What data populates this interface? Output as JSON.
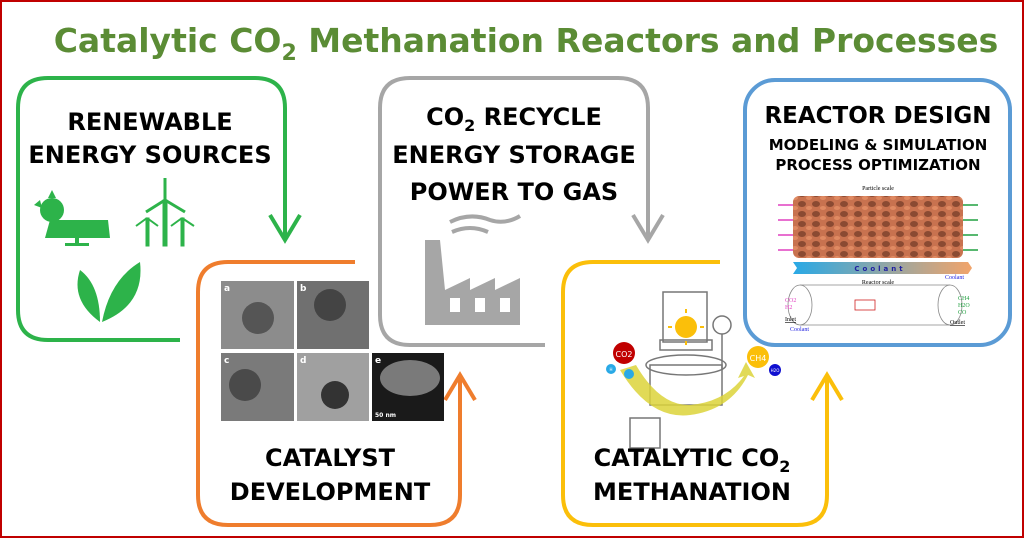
{
  "title": {
    "prefix": "Catalytic CO",
    "sub": "2",
    "suffix": " Methanation Reactors and Processes"
  },
  "colors": {
    "title": "#5b8c35",
    "renewable": "#2db34a",
    "catalyst": "#ef7d2d",
    "recycle": "#a6a6a6",
    "methanation": "#fbbf0a",
    "reactor": "#5b9bd5",
    "frame": "#c00000"
  },
  "renewable": {
    "line1": "RENEWABLE",
    "line2": "ENERGY SOURCES",
    "icons": [
      "solar-panel-icon",
      "wind-turbine-icon",
      "leaf-icon"
    ]
  },
  "catalyst": {
    "line1": "CATALYST",
    "line2": "DEVELOPMENT",
    "panels": [
      "a",
      "b",
      "c",
      "d",
      "e"
    ],
    "scale": "50 nm"
  },
  "recycle": {
    "line1_prefix": "CO",
    "line1_sub": "2",
    "line1_suffix": " RECYCLE",
    "line2": "ENERGY STORAGE",
    "line3": "POWER TO GAS",
    "icon": "factory-icon"
  },
  "methanation": {
    "line1_prefix": "CATALYTIC CO",
    "line1_sub": "2",
    "line2": "METHANATION",
    "molecules": {
      "co2": "CO2",
      "ch4": "CH4",
      "h2o": "H2O",
      "h": "H"
    }
  },
  "reactor": {
    "line1": "REACTOR DESIGN",
    "line2": "MODELING & SIMULATION",
    "line3": "PROCESS OPTIMIZATION",
    "particle_scale": "Particle scale",
    "coolant_bar": "Coolant",
    "reactor_scale": "Reactor scale",
    "coolant": "Coolant",
    "inlet": "Inlet",
    "outlet": "Outlet",
    "inlet_species": [
      "CO2",
      "H2"
    ],
    "outlet_species": [
      "CH4",
      "H2O",
      "CO"
    ]
  }
}
